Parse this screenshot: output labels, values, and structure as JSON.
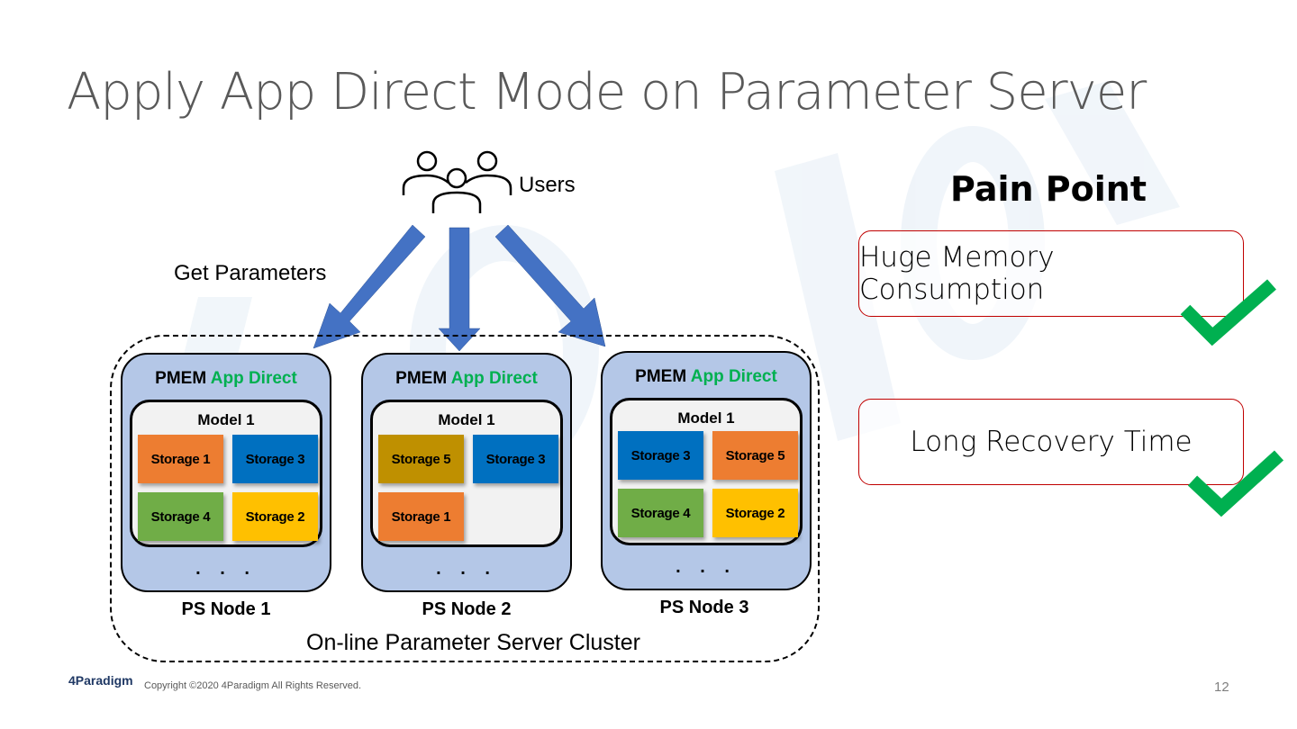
{
  "slide": {
    "title": "Apply App Direct Mode on Parameter Server",
    "page_number": "12"
  },
  "diagram": {
    "users_label": "Users",
    "edge_label": "Get Parameters",
    "cluster_label": "On-line Parameter Server Cluster",
    "pmem_prefix": "PMEM",
    "pmem_mode": "App Direct",
    "ellipsis": ". . .",
    "nodes": [
      {
        "label": "PS Node 1",
        "model": "Model 1",
        "storages": [
          {
            "label": "Storage 1",
            "color": "#ed7d31"
          },
          {
            "label": "Storage 3",
            "color": "#0070c0"
          },
          {
            "label": "Storage 4",
            "color": "#70ad47"
          },
          {
            "label": "Storage 2",
            "color": "#ffc000"
          }
        ]
      },
      {
        "label": "PS Node 2",
        "model": "Model 1",
        "storages": [
          {
            "label": "Storage 5",
            "color": "#bf9000"
          },
          {
            "label": "Storage 3",
            "color": "#0070c0"
          },
          {
            "label": "Storage 1",
            "color": "#ed7d31"
          }
        ]
      },
      {
        "label": "PS Node 3",
        "model": "Model 1",
        "storages": [
          {
            "label": "Storage 3",
            "color": "#0070c0"
          },
          {
            "label": "Storage 5",
            "color": "#ed7d31"
          },
          {
            "label": "Storage 4",
            "color": "#70ad47"
          },
          {
            "label": "Storage 2",
            "color": "#ffc000"
          }
        ]
      }
    ],
    "colors": {
      "arrow": "#4472c4",
      "node_fill": "#b4c7e7",
      "mode_text": "#00b050"
    }
  },
  "pain_points": {
    "title": "Pain Point",
    "items": [
      {
        "label": "Huge Memory Consumption",
        "checked": true
      },
      {
        "label": "Long Recovery Time",
        "checked": true
      }
    ],
    "colors": {
      "border": "#c00000",
      "check": "#00b050"
    }
  },
  "footer": {
    "logo_text": "4Paradigm",
    "copyright": "Copyright ©2020 4Paradigm All Rights Reserved."
  }
}
